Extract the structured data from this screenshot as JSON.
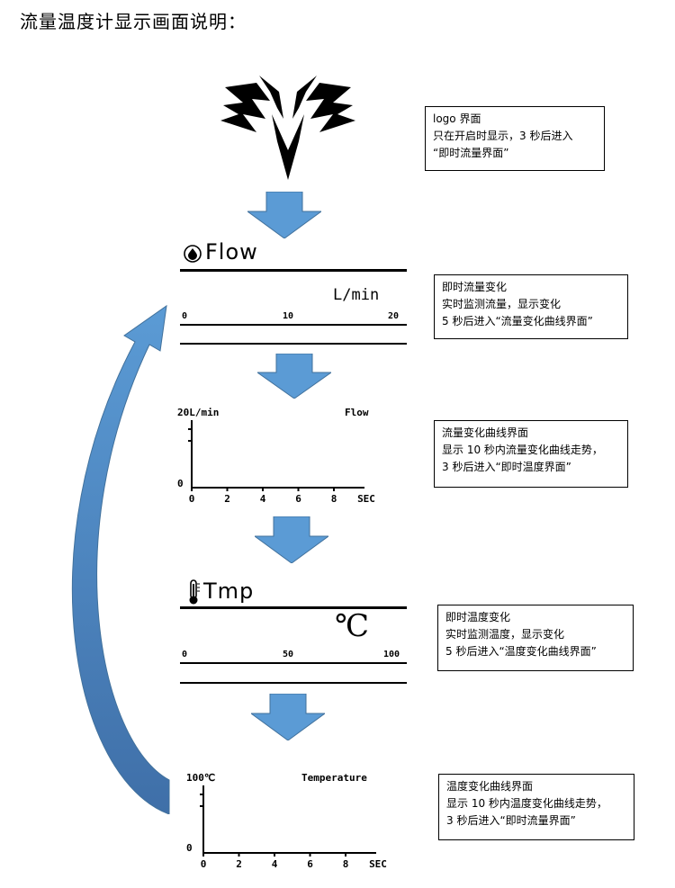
{
  "page_title": "流量温度计显示画面说明：",
  "notes": {
    "logo": [
      "logo 界面",
      "只在开启时显示，3 秒后进入",
      "“即时流量界面”"
    ],
    "flow_live": [
      "即时流量变化",
      "实时监测流量，显示变化",
      "5 秒后进入“流量变化曲线界面”"
    ],
    "flow_curve": [
      "流量变化曲线界面",
      "显示 10 秒内流量变化曲线走势，",
      "3 秒后进入“即时温度界面”"
    ],
    "temp_live": [
      "即时温度变化",
      "实时监测温度，显示变化",
      "5 秒后进入“温度变化曲线界面”"
    ],
    "temp_curve": [
      "温度变化曲线界面",
      "显示 10 秒内温度变化曲线走势，",
      "3 秒后进入“即时流量界面”"
    ]
  },
  "flow_screen": {
    "title": "Flow",
    "unit": "L/min",
    "scale": [
      "0",
      "10",
      "20"
    ]
  },
  "flow_chart": {
    "y_top_label": "20L/min",
    "series_label": "Flow",
    "y_zero": "0",
    "x_ticks": [
      "0",
      "2",
      "4",
      "6",
      "8"
    ],
    "x_unit": "SEC"
  },
  "temp_screen": {
    "title": "Tmp",
    "unit": "℃",
    "scale": [
      "0",
      "50",
      "100"
    ]
  },
  "temp_chart": {
    "y_top_label": "100℃",
    "series_label": "Temperature",
    "y_zero": "0",
    "x_ticks": [
      "0",
      "2",
      "4",
      "6",
      "8"
    ],
    "x_unit": "SEC"
  },
  "colors": {
    "arrow_fill": "#5b9bd5",
    "arrow_dark": "#3f6fa8"
  },
  "icons": {
    "logo": "winged-emblem",
    "flow": "flow-drop-icon",
    "temp": "thermometer-icon"
  }
}
